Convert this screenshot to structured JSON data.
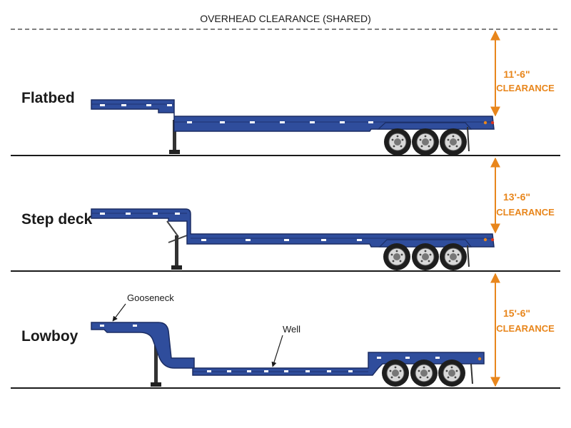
{
  "header": {
    "title": "OVERHEAD CLEARANCE (SHARED)"
  },
  "trailers": [
    {
      "label": "Flatbed",
      "height": "11'-6\"",
      "clearance": "CLEARANCE"
    },
    {
      "label": "Step deck",
      "height": "13'-6\"",
      "clearance": "CLEARANCE"
    },
    {
      "label": "Lowboy",
      "height": "15'-6\"",
      "clearance": "CLEARANCE"
    }
  ],
  "annotations": {
    "gooseneck": "Gooseneck",
    "well": "Well"
  },
  "colors": {
    "trailer": "#2f4d9c",
    "trailer_dark": "#1b2d63",
    "accent": "#e8861c",
    "ground": "#1a1a1a"
  }
}
